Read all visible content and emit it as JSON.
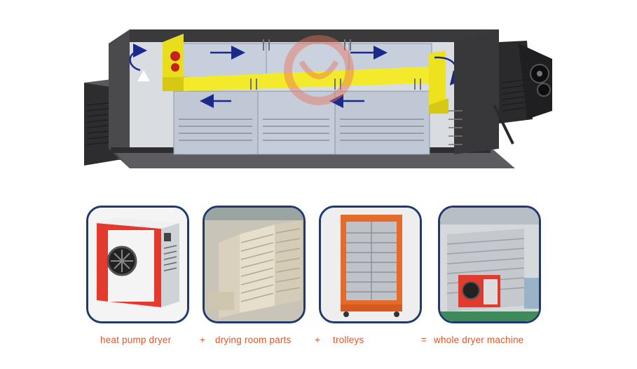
{
  "captions": {
    "heat_pump_dryer": "heat pump dryer",
    "plus_1": "+",
    "drying_room_parts": "drying room parts",
    "plus_2": "+",
    "trolleys": "trolleys",
    "equals": "=",
    "whole_dryer_machine": "whole dryer machine"
  },
  "colors": {
    "caption": "#e2552a",
    "card_border": "#1f3a6e",
    "yellow_duct": "#f2ea2a",
    "panel": "#c9d3de",
    "housing": "#3a3a3c",
    "airflow_arrow": "#1a2a8a",
    "watermark": "#e8735a"
  },
  "icons": [
    "airflow-arrow-icon",
    "fan-icon",
    "watermark-logo"
  ]
}
